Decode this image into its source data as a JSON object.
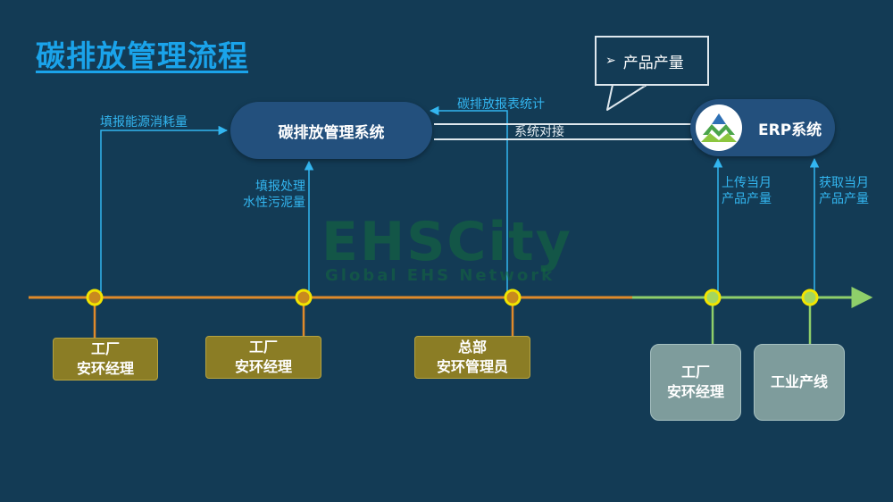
{
  "title": "碳排放管理流程",
  "systems": {
    "carbon": "碳排放管理系统",
    "erp": "ERP系统"
  },
  "callout": {
    "bullet": "➢",
    "text": "产品产量"
  },
  "flow_labels": {
    "fill_energy": "填报能源消耗量",
    "fill_sludge_1": "填报处理",
    "fill_sludge_2": "水性污泥量",
    "report_stats": "碳排放报表统计",
    "system_link": "系统对接",
    "upload_1": "上传当月",
    "upload_2": "产品产量",
    "fetch_1": "获取当月",
    "fetch_2": "产品产量"
  },
  "watermark": {
    "main": "EHSCity",
    "sub": "Global EHS Network"
  },
  "roles": [
    {
      "line1": "工厂",
      "line2": "安环经理"
    },
    {
      "line1": "工厂",
      "line2": "安环经理"
    },
    {
      "line1": "总部",
      "line2": "安环管理员"
    },
    {
      "line1": "工厂",
      "line2": "安环经理"
    },
    {
      "line1": "工业产线",
      "line2": ""
    }
  ],
  "colors": {
    "background": "#133b55",
    "title": "#1aa3ea",
    "pill": "#23507d",
    "arrow": "#33b6f0",
    "timeline_left": "#e08a2a",
    "timeline_right": "#8fcf6a",
    "node_fill_yellow": "#f2e400",
    "node_fill_green": "#a4d65e",
    "role_box_olive": "#8b7d25",
    "role_box_grey": "#7e9c9c"
  }
}
